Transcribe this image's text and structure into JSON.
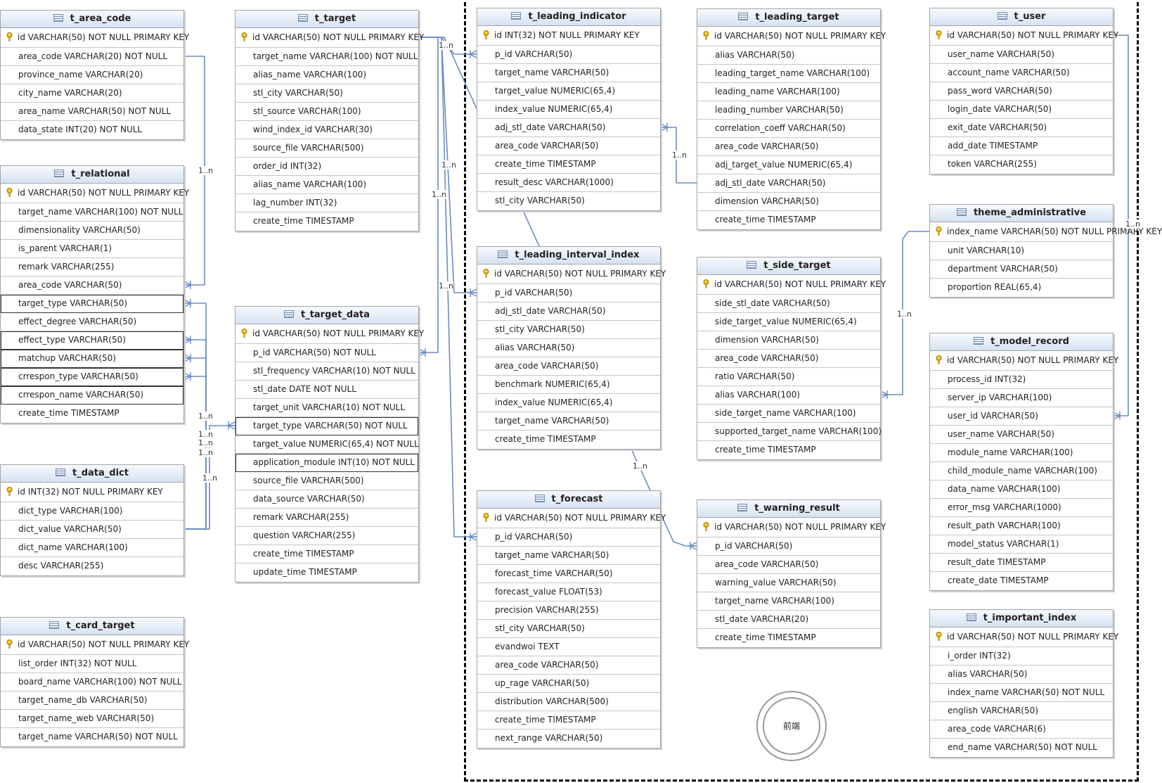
{
  "diagram": {
    "frontend_label": "前端",
    "relation_label": "1..n",
    "colors": {
      "line": "#6b8cc2",
      "header_top": "#f7f9fc",
      "header_bottom": "#d6e2f2",
      "key": "#e8b400"
    }
  },
  "tables": [
    {
      "id": "t_area_code",
      "title": "t_area_code",
      "rows": [
        "id VARCHAR(50) NOT NULL PRIMARY KEY",
        "area_code VARCHAR(20) NOT NULL",
        "province_name VARCHAR(20)",
        "city_name VARCHAR(20)",
        "area_name VARCHAR(50) NOT NULL",
        "data_state INT(20) NOT NULL"
      ]
    },
    {
      "id": "t_relational",
      "title": "t_relational",
      "rows": [
        "id VARCHAR(50) NOT NULL PRIMARY KEY",
        "target_name VARCHAR(100) NOT NULL",
        "dimensionality VARCHAR(50)",
        "is_parent VARCHAR(1)",
        "remark VARCHAR(255)",
        "area_code VARCHAR(50)",
        "target_type VARCHAR(50)",
        "effect_degree VARCHAR(50)",
        "effect_type VARCHAR(50)",
        "matchup VARCHAR(50)",
        "crrespon_type VARCHAR(50)",
        "crrespon_name VARCHAR(50)",
        "create_time TIMESTAMP"
      ]
    },
    {
      "id": "t_data_dict",
      "title": "t_data_dict",
      "rows": [
        "id INT(32) NOT NULL PRIMARY KEY",
        "dict_type VARCHAR(100)",
        "dict_value VARCHAR(50)",
        "dict_name VARCHAR(100)",
        "desc VARCHAR(255)"
      ]
    },
    {
      "id": "t_card_target",
      "title": "t_card_target",
      "rows": [
        "id VARCHAR(50) NOT NULL PRIMARY KEY",
        "list_order INT(32) NOT NULL",
        "board_name VARCHAR(100) NOT NULL",
        "target_name_db VARCHAR(50)",
        "target_name_web VARCHAR(50)",
        "target_name VARCHAR(50) NOT NULL"
      ]
    },
    {
      "id": "t_target",
      "title": "t_target",
      "rows": [
        "id VARCHAR(50) NOT NULL PRIMARY KEY",
        "target_name VARCHAR(100) NOT NULL",
        "alias_name VARCHAR(100)",
        "stl_city VARCHAR(50)",
        "stl_source VARCHAR(100)",
        "wind_index_id VARCHAR(30)",
        "source_file VARCHAR(500)",
        "order_id INT(32)",
        "alias_name VARCHAR(100)",
        "lag_number INT(32)",
        "create_time TIMESTAMP"
      ]
    },
    {
      "id": "t_target_data",
      "title": "t_target_data",
      "rows": [
        "id VARCHAR(50) NOT NULL PRIMARY KEY",
        "p_id VARCHAR(50) NOT NULL",
        "stl_frequency VARCHAR(10) NOT NULL",
        "stl_date DATE NOT NULL",
        "target_unit VARCHAR(10) NOT NULL",
        "target_type VARCHAR(50) NOT NULL",
        "target_value NUMERIC(65,4) NOT NULL",
        "application_module INT(10) NOT NULL",
        "source_file VARCHAR(500)",
        "data_source VARCHAR(50)",
        "remark VARCHAR(255)",
        "question VARCHAR(255)",
        "create_time TIMESTAMP",
        "update_time TIMESTAMP"
      ]
    },
    {
      "id": "t_leading_indicator",
      "title": "t_leading_indicator",
      "rows": [
        "id INT(32) NOT NULL PRIMARY KEY",
        "p_id VARCHAR(50)",
        "target_name VARCHAR(50)",
        "target_value NUMERIC(65,4)",
        "index_value NUMERIC(65,4)",
        "adj_stl_date VARCHAR(50)",
        "area_code VARCHAR(50)",
        "create_time TIMESTAMP",
        "result_desc VARCHAR(1000)",
        "stl_city VARCHAR(50)"
      ]
    },
    {
      "id": "t_leading_interval_index",
      "title": "t_leading_interval_index",
      "rows": [
        "id VARCHAR(50) NOT NULL PRIMARY KEY",
        "p_id VARCHAR(50)",
        "adj_stl_date VARCHAR(50)",
        "stl_city VARCHAR(50)",
        "alias VARCHAR(50)",
        "area_code VARCHAR(50)",
        "benchmark NUMERIC(65,4)",
        "index_value NUMERIC(65,4)",
        "target_name VARCHAR(50)",
        "create_time TIMESTAMP"
      ]
    },
    {
      "id": "t_forecast",
      "title": "t_forecast",
      "rows": [
        "id VARCHAR(50) NOT NULL PRIMARY KEY",
        "p_id VARCHAR(50)",
        "target_name VARCHAR(50)",
        "forecast_time VARCHAR(50)",
        "forecast_value FLOAT(53)",
        "precision VARCHAR(255)",
        "stl_city VARCHAR(50)",
        "evandwoi TEXT",
        "area_code VARCHAR(50)",
        "up_rage VARCHAR(50)",
        "distribution VARCHAR(500)",
        "create_time TIMESTAMP",
        "next_range VARCHAR(50)"
      ]
    },
    {
      "id": "t_leading_target",
      "title": "t_leading_target",
      "rows": [
        "id VARCHAR(50) NOT NULL PRIMARY KEY",
        "alias VARCHAR(50)",
        "leading_target_name VARCHAR(100)",
        "leading_name VARCHAR(100)",
        "leading_number VARCHAR(50)",
        "correlation_coeff VARCHAR(50)",
        "area_code VARCHAR(50)",
        "adj_target_value NUMERIC(65,4)",
        "adj_stl_date VARCHAR(50)",
        "dimension VARCHAR(50)",
        "create_time TIMESTAMP"
      ]
    },
    {
      "id": "t_side_target",
      "title": "t_side_target",
      "rows": [
        "id VARCHAR(50) NOT NULL PRIMARY KEY",
        "side_stl_date VARCHAR(50)",
        "side_target_value NUMERIC(65,4)",
        "dimension VARCHAR(50)",
        "area_code VARCHAR(50)",
        "ratio VARCHAR(50)",
        "alias VARCHAR(100)",
        "side_target_name VARCHAR(100)",
        "supported_target_name VARCHAR(100)",
        "create_time TIMESTAMP"
      ]
    },
    {
      "id": "t_warning_result",
      "title": "t_warning_result",
      "rows": [
        "id VARCHAR(50) NOT NULL PRIMARY KEY",
        "p_id VARCHAR(50)",
        "area_code VARCHAR(50)",
        "warning_value VARCHAR(50)",
        "target_name VARCHAR(100)",
        "stl_date VARCHAR(20)",
        "create_time TIMESTAMP"
      ]
    },
    {
      "id": "t_user",
      "title": "t_user",
      "rows": [
        "id VARCHAR(50) NOT NULL PRIMARY KEY",
        "user_name VARCHAR(50)",
        "account_name VARCHAR(50)",
        "pass_word VARCHAR(50)",
        "login_date VARCHAR(50)",
        "exit_date VARCHAR(50)",
        "add_date TIMESTAMP",
        "token VARCHAR(255)"
      ]
    },
    {
      "id": "theme_administrative",
      "title": "theme_administrative",
      "rows": [
        "index_name VARCHAR(50) NOT NULL PRIMARY KEY",
        "unit VARCHAR(10)",
        "department VARCHAR(50)",
        "proportion REAL(65,4)"
      ]
    },
    {
      "id": "t_model_record",
      "title": "t_model_record",
      "rows": [
        "id VARCHAR(50) NOT NULL PRIMARY KEY",
        "process_id INT(32)",
        "server_ip VARCHAR(100)",
        "user_id VARCHAR(50)",
        "user_name VARCHAR(50)",
        "module_name VARCHAR(100)",
        "child_module_name VARCHAR(100)",
        "data_name VARCHAR(100)",
        "error_msg VARCHAR(1000)",
        "result_path VARCHAR(100)",
        "model_status VARCHAR(1)",
        "result_date TIMESTAMP",
        "create_date TIMESTAMP"
      ]
    },
    {
      "id": "t_important_index",
      "title": "t_important_index",
      "rows": [
        "id VARCHAR(50) NOT NULL PRIMARY KEY",
        "i_order INT(32)",
        "alias VARCHAR(50)",
        "index_name VARCHAR(50) NOT NULL",
        "english VARCHAR(50)",
        "area_code VARCHAR(6)",
        "end_name VARCHAR(50) NOT NULL"
      ]
    }
  ]
}
